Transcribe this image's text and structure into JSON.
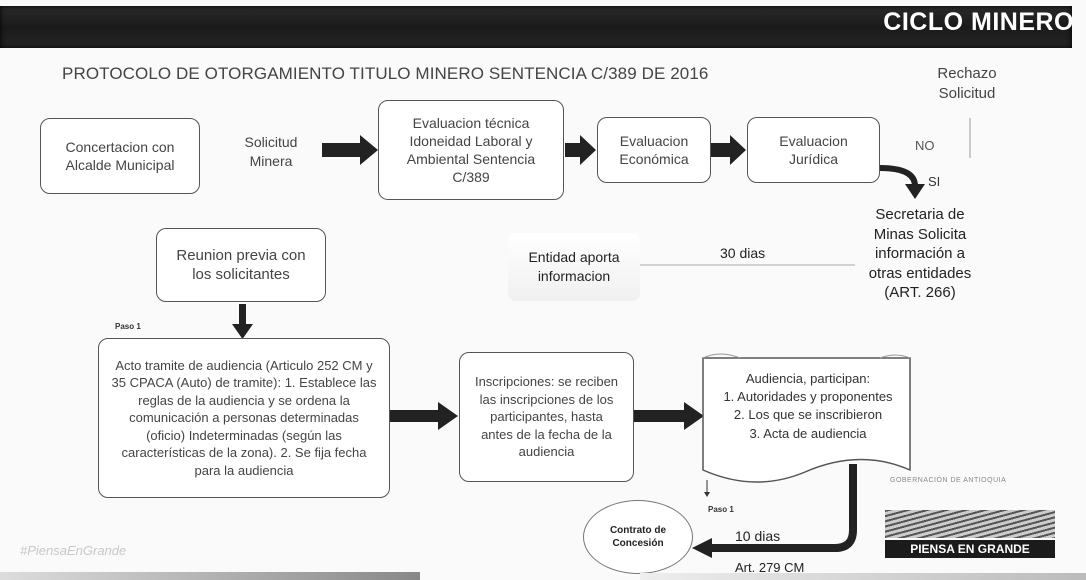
{
  "header": {
    "title": "CICLO MINERO"
  },
  "subtitle": "PROTOCOLO DE OTORGAMIENTO TITULO MINERO SENTENCIA C/389 DE 2016",
  "nodes": {
    "concertacion": "Concertacion con Alcalde Municipal",
    "solicitud": "Solicitud Minera",
    "eval_tecnica": "Evaluacion técnica Idoneidad Laboral y Ambiental Sentencia C/389",
    "eval_economica": "Evaluacion Económica",
    "eval_juridica": "Evaluacion Jurídica",
    "rechazo": "Rechazo Solicitud",
    "no_label": "NO",
    "si_label": "SI",
    "secretaria": "Secretaria de Minas Solicita información a otras entidades (ART. 266)",
    "dias30": "30 dias",
    "entidad": "Entidad aporta informacion",
    "reunion": "Reunion previa con los solicitantes",
    "paso1_a": "Paso 1",
    "acto": "Acto tramite de audiencia (Articulo 252 CM y 35 CPACA (Auto) de tramite): 1. Establece las reglas de la audiencia y se ordena la comunicación a personas determinadas (oficio) Indeterminadas (según las características de la zona). 2. Se fija fecha para la audiencia",
    "inscripciones": "Inscripciones: se reciben las inscripciones de los participantes, hasta antes de la fecha de la audiencia",
    "audiencia_title": "Audiencia, participan:",
    "audiencia_items": [
      "1. Autoridades y proponentes",
      "2. Los que se inscribieron",
      "3. Acta de audiencia"
    ],
    "paso1_b": "Paso 1",
    "contrato": "Contrato de Concesión",
    "dias10": "10 dias",
    "art279": "Art. 279 CM"
  },
  "footer": {
    "hashtag": "#PiensaEnGrande",
    "gobernacion": "GOBERNACIÓN DE ANTIOQUIA",
    "piensa": "PIENSA EN GRANDE"
  }
}
